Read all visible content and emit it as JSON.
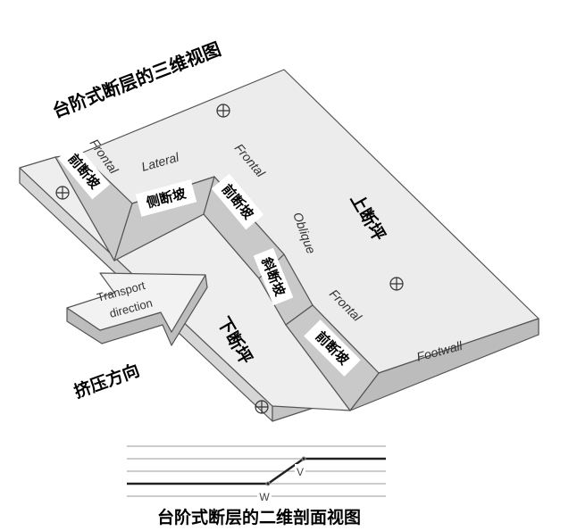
{
  "title_3d": "台阶式断层的三维视图",
  "title_2d": "台阶式断层的二维剖面视图",
  "ramps": [
    {
      "en": "Frontal",
      "cn": "前断坡"
    },
    {
      "en": "Lateral",
      "cn": "侧断坡"
    },
    {
      "en": "Frontal",
      "cn": "前断坡"
    },
    {
      "en": "Oblique",
      "cn": "斜断坡"
    },
    {
      "en": "Frontal",
      "cn": "前断坡"
    }
  ],
  "upper_flat": "上断坪",
  "lower_flat": "下断坪",
  "footwall": "Footwall",
  "arrow": {
    "line1": "Transport",
    "line2": "direction",
    "cn": "挤压方向"
  },
  "section": {
    "v": "V",
    "w": "W"
  },
  "icons": {
    "symbol": "cross-circle-icon"
  }
}
